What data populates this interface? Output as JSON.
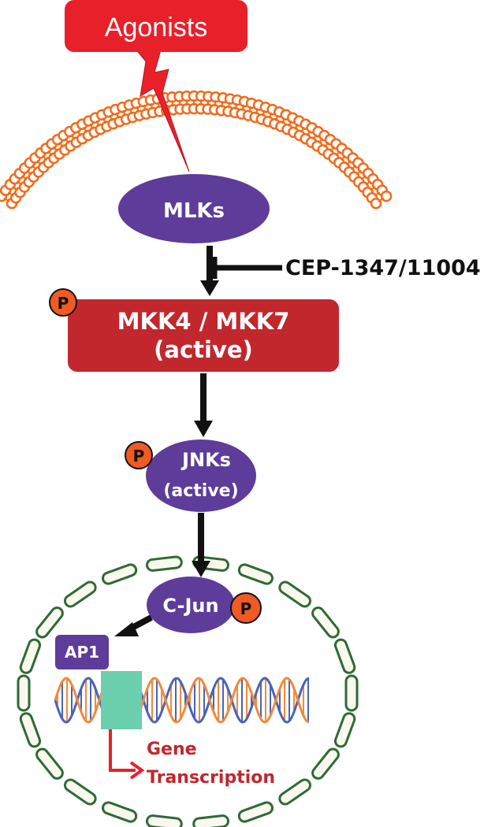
{
  "agonists": {
    "label": "Agonists"
  },
  "mlks": {
    "label": "MLKs"
  },
  "inhibitor": {
    "label": "CEP-1347/11004"
  },
  "mkk": {
    "line1": "MKK4 / MKK7",
    "line2": "(active)"
  },
  "jnks": {
    "line1": "JNKs",
    "line2": "(active)"
  },
  "cjun": {
    "label": "C-Jun"
  },
  "ap1": {
    "label": "AP1"
  },
  "phospho": {
    "label": "P"
  },
  "gene": {
    "line1": "Gene",
    "line2": "Transcription"
  },
  "colors": {
    "agonist_red": "#e8202a",
    "membrane_orange": "#f26a1b",
    "kinase_purple": "#5e3c99",
    "mkk_red": "#c1272d",
    "phospho_orange": "#f15a22",
    "nucleus_green": "#2e6b35",
    "dna_blue": "#4a63b8",
    "dna_orange": "#f08a3c",
    "binding_site": "#6ccfae",
    "gene_red": "#c1272d"
  }
}
